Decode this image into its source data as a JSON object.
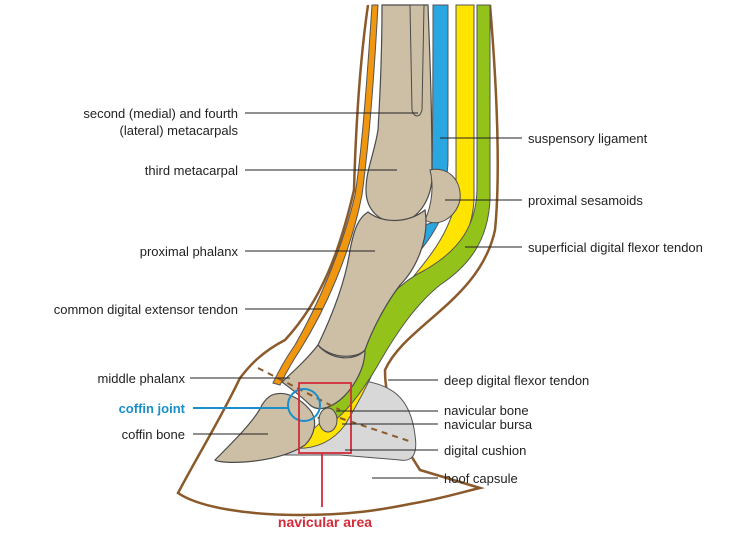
{
  "colors": {
    "bone": "#cdbfa6",
    "bone_outline": "#4a4a4a",
    "hoof_outline": "#8b5a2b",
    "extensor_tendon": "#f0960f",
    "suspensory_ligament": "#2aa6e0",
    "sdft": "#ffe400",
    "ddft": "#93c21b",
    "cushion": "#d8d8d8",
    "coffin_joint": "#1a8fc9",
    "navicular_area": "#d22b3a",
    "label_text": "#222222"
  },
  "labels": {
    "metacarpals_line1": "second (medial) and fourth",
    "metacarpals_line2": "(lateral) metacarpals",
    "third_metacarpal": "third metacarpal",
    "proximal_phalanx": "proximal phalanx",
    "common_extensor": "common digital extensor tendon",
    "middle_phalanx": "middle phalanx",
    "coffin_joint": "coffin joint",
    "coffin_bone": "coffin bone",
    "suspensory_ligament": "suspensory ligament",
    "proximal_sesamoids": "proximal sesamoids",
    "sdft": "superficial digital flexor tendon",
    "ddft": "deep digital flexor tendon",
    "navicular_bone": "navicular bone",
    "navicular_bursa": "navicular bursa",
    "digital_cushion": "digital cushion",
    "hoof_capsule": "hoof capsule",
    "navicular_area": "navicular area"
  }
}
